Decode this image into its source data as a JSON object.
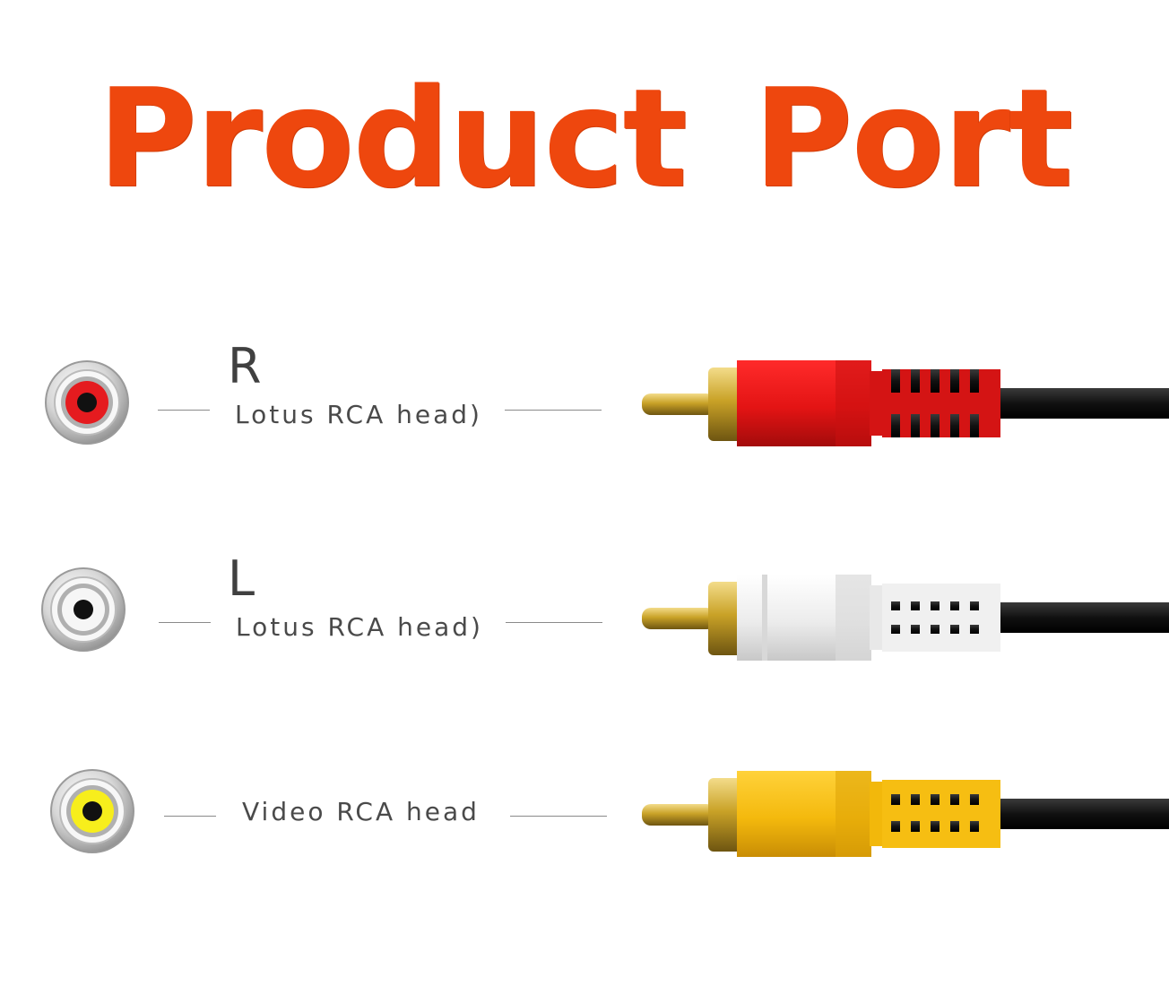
{
  "title": "Product  Port",
  "ports": [
    {
      "channel": "R",
      "label": "Lotus RCA head)",
      "color": "#e8161a"
    },
    {
      "channel": "L",
      "label": "Lotus RCA head)",
      "color": "#f2f2f2"
    },
    {
      "channel": "",
      "label": "Video RCA head",
      "color": "#f4c20d"
    }
  ],
  "colors": {
    "title": "#ee470e",
    "gold": "#c9a227",
    "cable": "#1a1a1a"
  }
}
